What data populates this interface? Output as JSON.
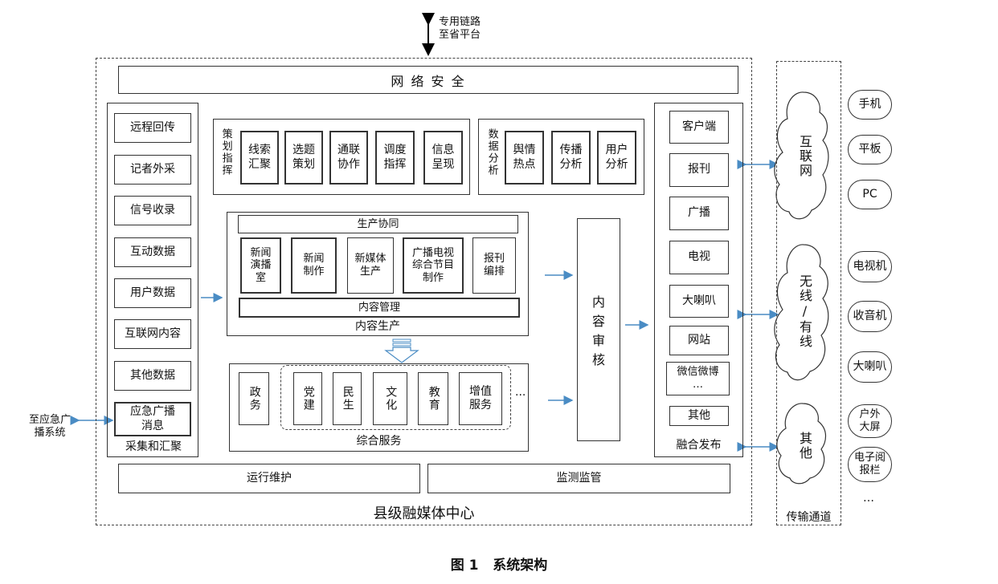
{
  "top_link": "专用链路\n至省平台",
  "security": "网 络 安 全",
  "collection": {
    "items": [
      "远程回传",
      "记者外采",
      "信号收录",
      "互动数据",
      "用户数据",
      "互联网内容",
      "其他数据",
      "应急广播\n消息"
    ],
    "title": "采集和汇聚"
  },
  "emergency_link": "至应急广\n播系统",
  "planning": {
    "label": "策划指挥",
    "items": [
      "线索\n汇聚",
      "选题\n策划",
      "通联\n协作",
      "调度\n指挥",
      "信息\n呈现"
    ]
  },
  "analysis": {
    "label": "数据分析",
    "items": [
      "舆情\n热点",
      "传播\n分析",
      "用户\n分析"
    ]
  },
  "production": {
    "coop": "生产协同",
    "items": [
      "新闻\n演播\n室",
      "新闻\n制作",
      "新媒体\n生产",
      "广播电视\n综合节目\n制作",
      "报刊\n编排"
    ],
    "content_mgmt": "内容管理",
    "title": "内容生产"
  },
  "service": {
    "gov": "政务",
    "items": [
      "党建",
      "民生",
      "文化",
      "教育",
      "增值服务"
    ],
    "ellipsis": "···",
    "title": "综合服务"
  },
  "review": "内容审核",
  "publish": {
    "items": [
      "客户端",
      "报刊",
      "广播",
      "电视",
      "大喇叭",
      "网站",
      "微信微博\n…",
      "其他"
    ],
    "title": "融合发布"
  },
  "ops": "运行维护",
  "monitor": "监测监管",
  "center_title": "县级融媒体中心",
  "channels": {
    "clouds": [
      "互联网",
      "无线/有线",
      "其他"
    ],
    "title": "传输通道"
  },
  "devices": {
    "internet": [
      "手机",
      "平板",
      "PC"
    ],
    "broadcast": [
      "电视机",
      "收音机",
      "大喇叭"
    ],
    "other": [
      "户外\n大屏",
      "电子阅\n报栏"
    ],
    "ellipsis": "…"
  },
  "caption": "图 1   系统架构"
}
